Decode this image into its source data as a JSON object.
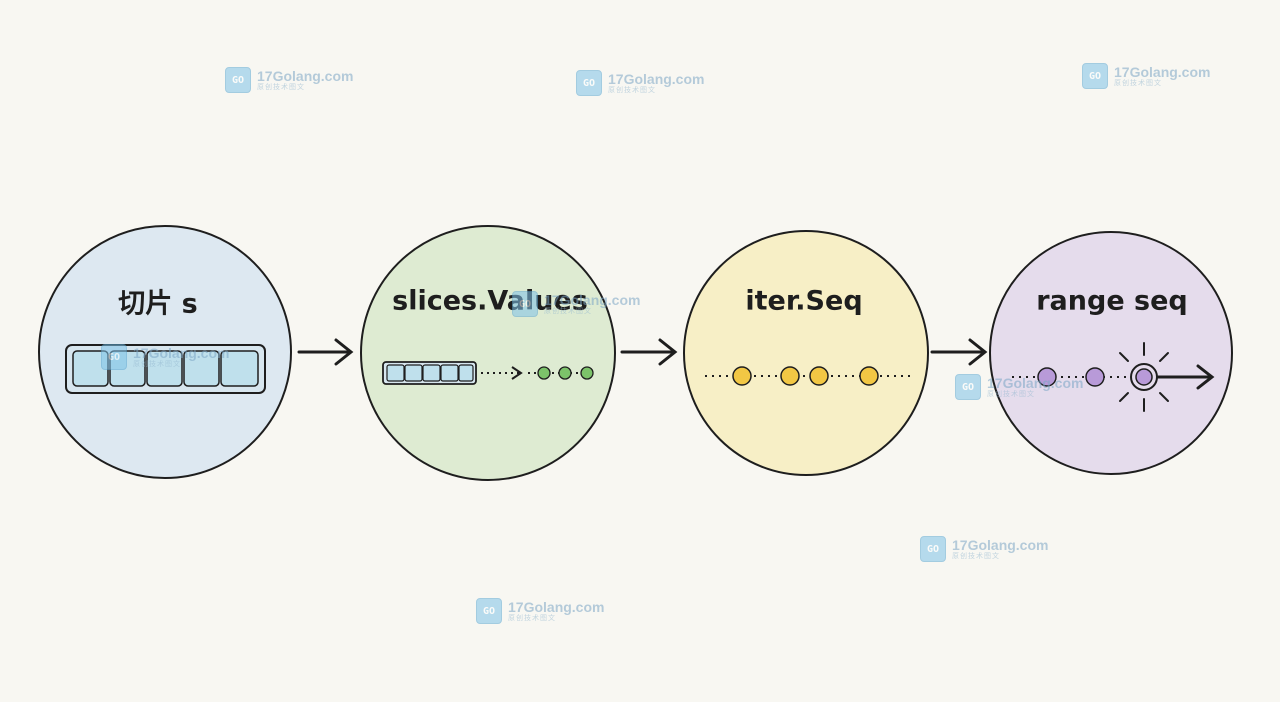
{
  "stages": [
    {
      "label": "切片 s",
      "fill": "#dde8f1"
    },
    {
      "label": "slices.Values",
      "fill": "#deebd2"
    },
    {
      "label": "iter.Seq",
      "fill": "#f7efc6"
    },
    {
      "label": "range seq",
      "fill": "#e5dcec"
    }
  ],
  "colors": {
    "outline": "#1e1e1e",
    "cell_fill": "#bfe0ec",
    "green_dot": "#7cc36a",
    "yellow_dot": "#f2c744",
    "purple_dot": "#b89ad8"
  },
  "watermark": {
    "site": "17Golang.com",
    "tagline": "原创技术图文",
    "logo_text": "GO"
  }
}
